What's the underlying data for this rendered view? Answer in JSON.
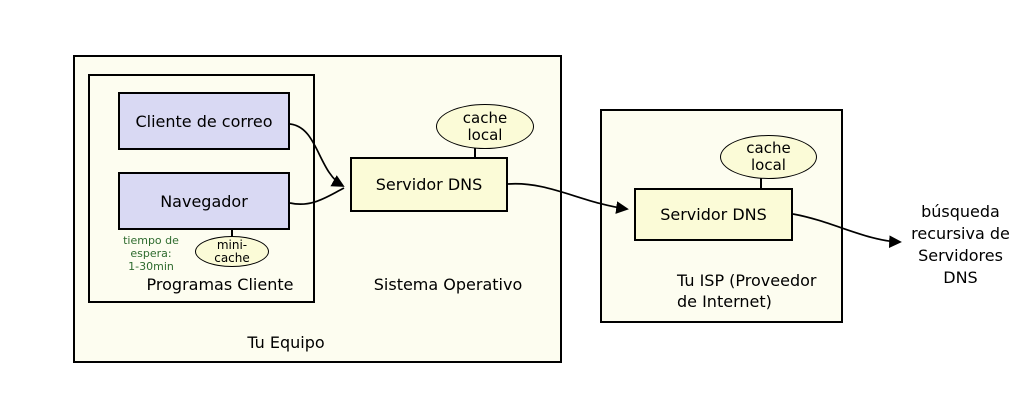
{
  "colors": {
    "container_fill": "#fdfdf0",
    "client_box_fill": "#d9d9f3",
    "dns_node_fill": "#fbfbd7",
    "border": "#000000",
    "timeout_text": "#2e6b2e",
    "page_background": "#ffffff"
  },
  "equipo": {
    "label": "Tu Equipo",
    "sistema_operativo_label": "Sistema Operativo",
    "programas_cliente": {
      "label": "Programas Cliente",
      "cliente_correo_label": "Cliente de correo",
      "navegador_label": "Navegador",
      "mini_cache": {
        "line1": "mini-",
        "line2": "cache"
      },
      "timeout_note": {
        "line1": "tiempo de",
        "line2": "espera:",
        "line3": "1-30min"
      }
    },
    "servidor_dns_label": "Servidor DNS",
    "cache_local": {
      "line1": "cache",
      "line2": "local"
    }
  },
  "isp": {
    "label": {
      "line1": "Tu ISP (Proveedor",
      "line2": "de Internet)"
    },
    "servidor_dns_label": "Servidor DNS",
    "cache_local": {
      "line1": "cache",
      "line2": "local"
    }
  },
  "recursive_note": {
    "line1": "búsqueda",
    "line2": "recursiva de",
    "line3": "Servidores",
    "line4": "DNS"
  }
}
